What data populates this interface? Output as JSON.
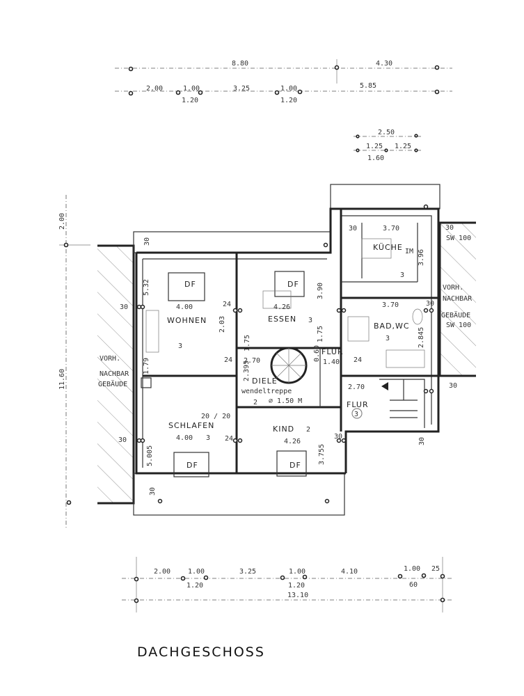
{
  "title": "DACHGESCHOSS",
  "rooms": {
    "wohnen": {
      "name": "WOHNEN",
      "level": "3",
      "width": "4.00"
    },
    "essen": {
      "name": "ESSEN",
      "level": "3",
      "width": "4.26"
    },
    "kueche": {
      "name": "KÜCHE",
      "level": "3",
      "width": "3.70"
    },
    "bad": {
      "name": "BAD,WC",
      "level": "3",
      "width": "3.70"
    },
    "diele": {
      "name": "DIELE",
      "level": "2",
      "stair": "wendeltreppe",
      "stair_dia": "⌀ 1.50 M",
      "width": "2.70"
    },
    "flur_upper": {
      "name": "FLUR",
      "width": "1.40"
    },
    "flur_lower": {
      "name": "FLUR",
      "level": "3",
      "width": "2.70"
    },
    "schlafen": {
      "name": "SCHLAFEN",
      "level": "3",
      "width": "4.00",
      "chimney": "20 / 20"
    },
    "kind": {
      "name": "KIND",
      "level": "2",
      "width": "4.26"
    }
  },
  "dormer_label": "DF",
  "neighbors": {
    "left": [
      "VORH.",
      "NACHBAR",
      "GEBÄUDE"
    ],
    "right": [
      "VORH.",
      "NACHBAR",
      "GEBÄUDE"
    ],
    "wall_label": "SW 100"
  },
  "inner_dims": {
    "wohnen_v": "5.32",
    "wohnen_h2": "2.03",
    "essen_v": "3.90",
    "kueche_v": "3.96",
    "kueche_im": "IM",
    "bad_v": "2.845",
    "diele_v": "2.395",
    "kind_v": "3.755",
    "schlafen_v": "5.005",
    "flur_v": "0.60",
    "t175": "1.75",
    "t179": "1.79",
    "t24": "24",
    "t30": "30"
  },
  "top_dims": {
    "row1": [
      "8.80",
      "4.30"
    ],
    "row2": [
      "2.00",
      "1.00",
      "3.25",
      "1.00",
      "5.85"
    ],
    "row2_sub": [
      "1.20",
      "1.20"
    ],
    "stair_dims": [
      "2.50",
      "1.25",
      "1.25",
      "1.60"
    ]
  },
  "left_dims": [
    "2.00",
    "11.60"
  ],
  "bottom_dims": {
    "row1": [
      "2.00",
      "1.00",
      "3.25",
      "1.00",
      "4.10",
      "1.00",
      "25"
    ],
    "row1_sub": [
      "1.20",
      "1.20",
      "60"
    ],
    "total": "13.10"
  }
}
